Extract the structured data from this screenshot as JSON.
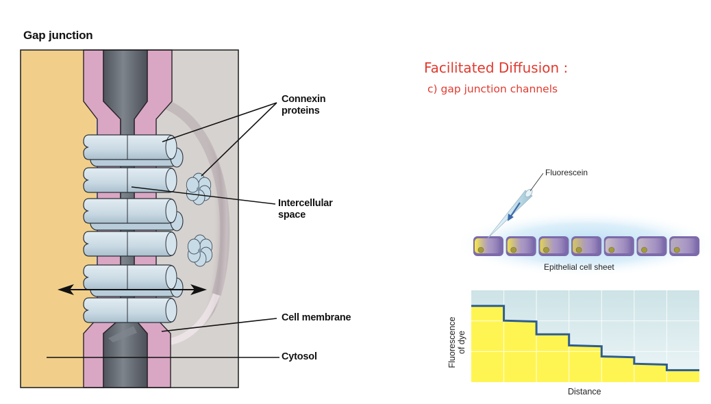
{
  "slide": {
    "title": "Facilitated Diffusion :",
    "subtitle": "c) gap junction channels"
  },
  "gap_junction_figure": {
    "title": "Gap junction",
    "labels": {
      "connexin": [
        "Connexin",
        "proteins"
      ],
      "intercellular": [
        "Intercellular",
        "space"
      ],
      "membrane": "Cell membrane",
      "cytosol": "Cytosol"
    },
    "colors": {
      "cell_left": "#f1cf8a",
      "membrane": "#d9a7c4",
      "intercellular_space": "#5b6068",
      "cell_right": "#d6d2cf",
      "connexin": "#cfdde6"
    },
    "channel_count": 3,
    "connexon_face_views": 2
  },
  "epithelium_figure": {
    "pipette_label": "Fluorescein",
    "sheet_label": "Epithelial cell sheet",
    "cell_count": 7,
    "cell_fluorescence": [
      1.0,
      0.85,
      0.7,
      0.55,
      0.4,
      0.28,
      0.15
    ],
    "colors": {
      "cell": "#7c6aab",
      "dye": "#fff23a",
      "nucleus": "#a49a3c"
    }
  },
  "chart_data": {
    "type": "area",
    "title": "",
    "xlabel": "Distance",
    "ylabel": "Fluorescence of dye",
    "x_segments": 7,
    "step_start": [
      0.83,
      0.67,
      0.52,
      0.4,
      0.28,
      0.2,
      0.13
    ],
    "step_end": [
      0.83,
      0.66,
      0.52,
      0.39,
      0.27,
      0.19,
      0.13
    ],
    "ylim": [
      0,
      1
    ],
    "grid": true,
    "gridlines_x": 6,
    "gridlines_y": 2,
    "colors": {
      "fill": "#fff552",
      "line": "#2e5e8e",
      "bg_top": "#cde3e6",
      "bg_bottom": "#edf6f8"
    }
  }
}
